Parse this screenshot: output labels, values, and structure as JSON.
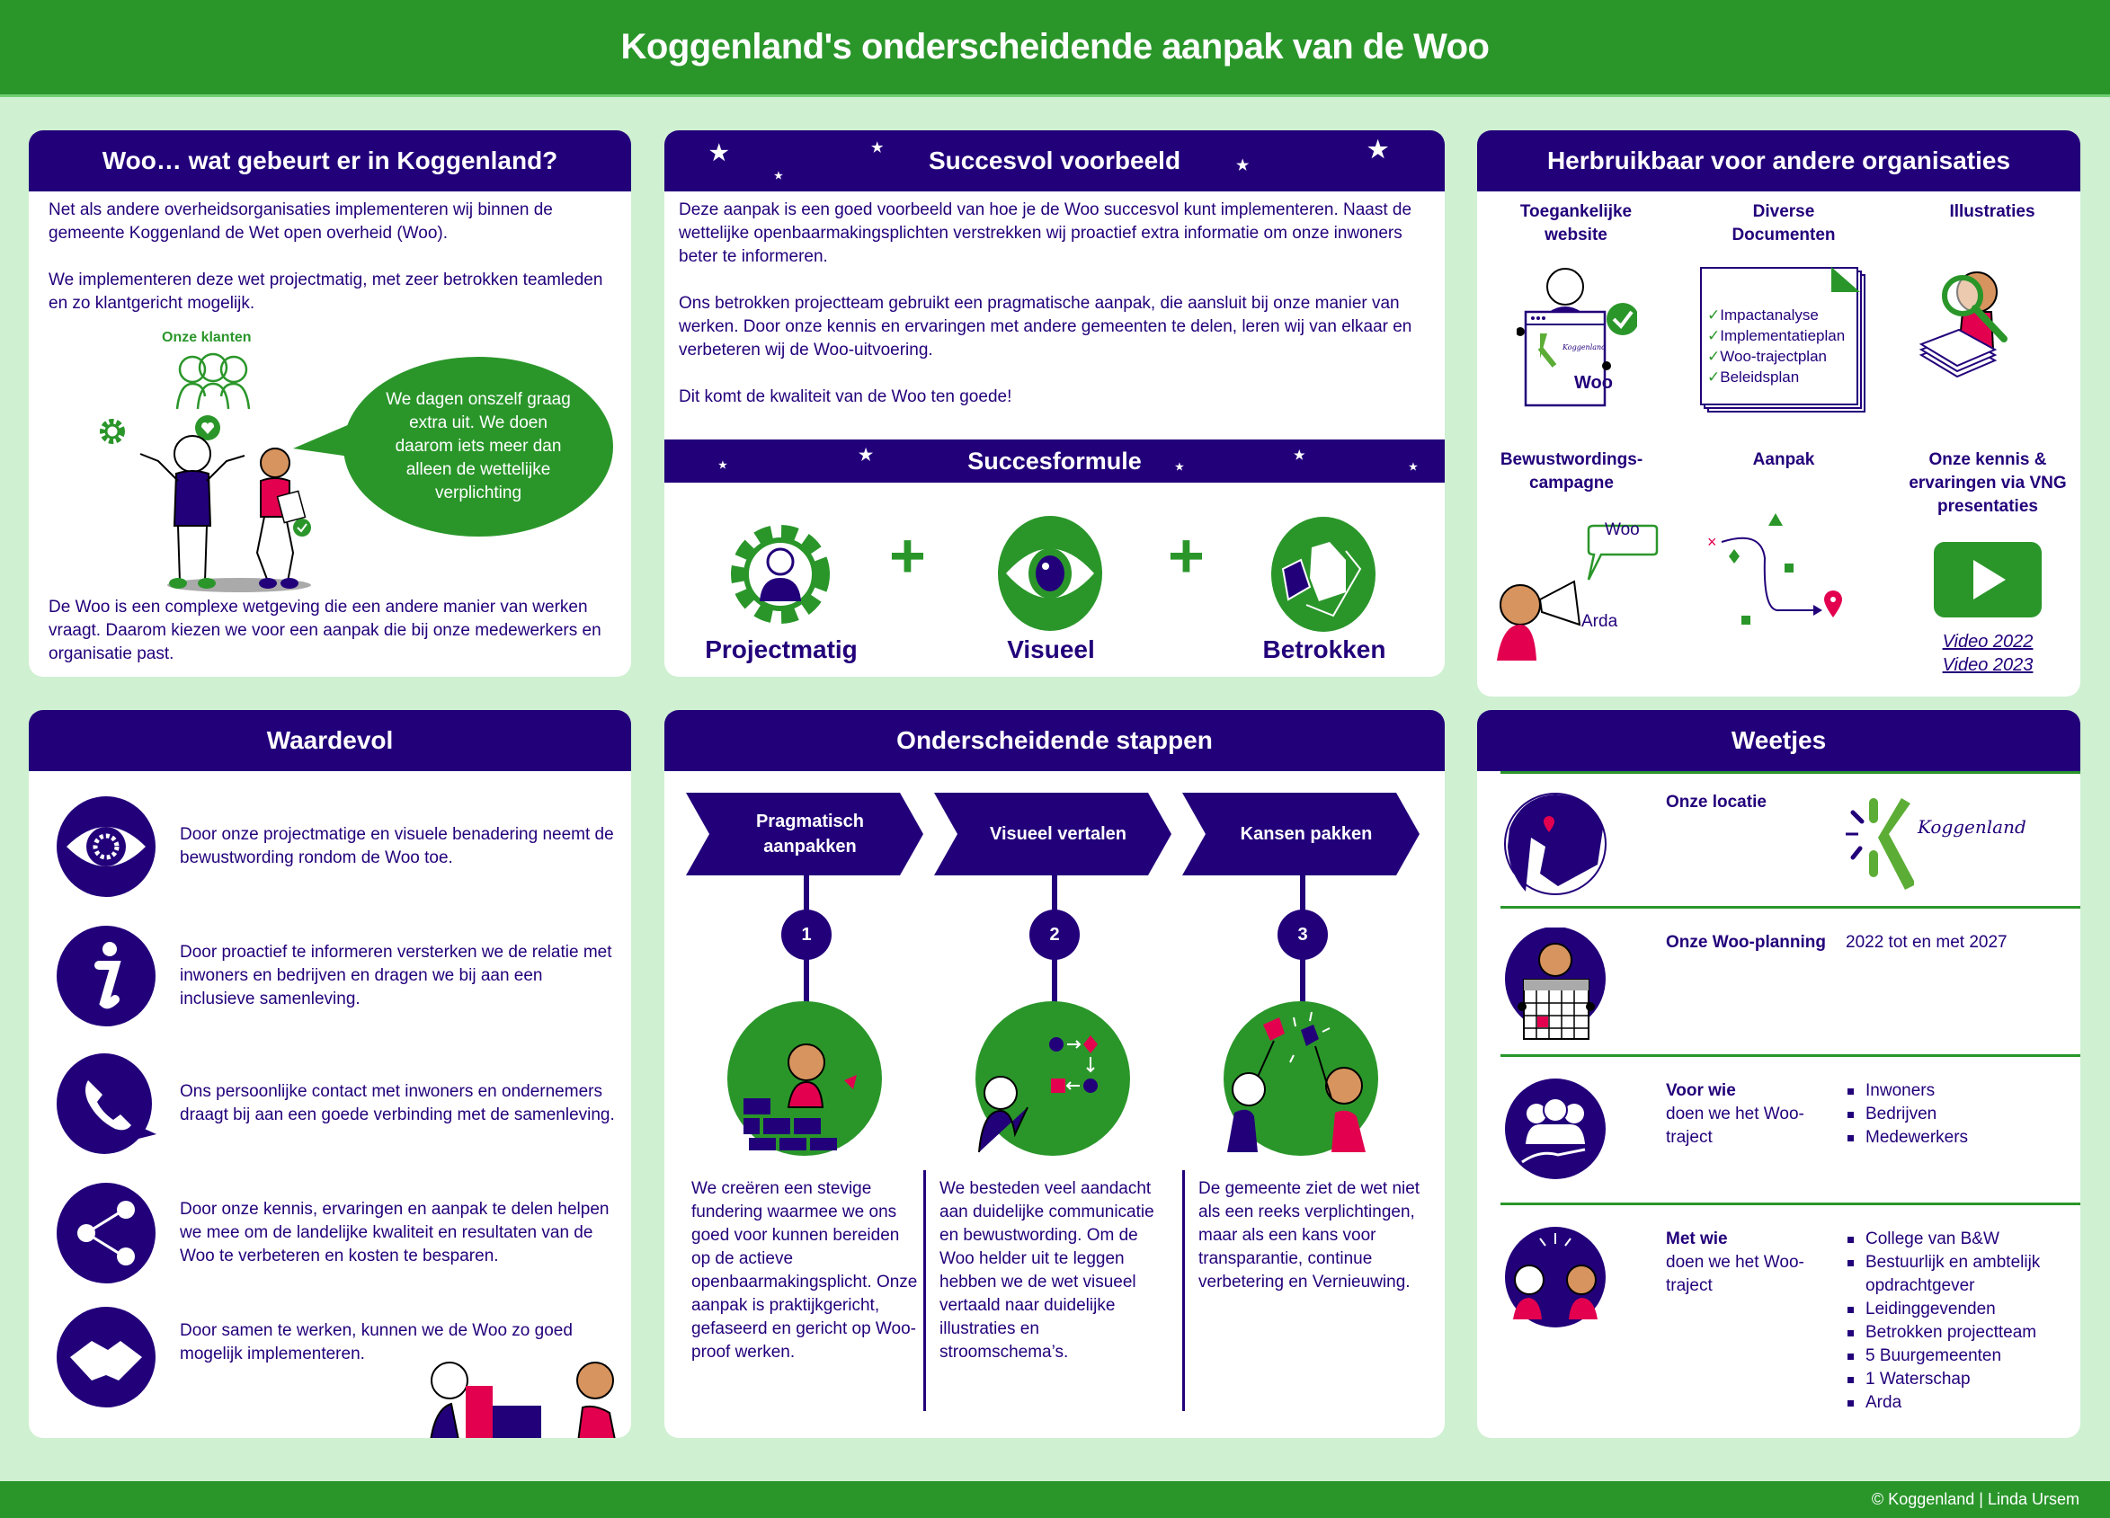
{
  "header": {
    "title": "Koggenland's onderscheidende aanpak van de Woo"
  },
  "footer": {
    "credit": "© Koggenland | Linda Ursem"
  },
  "colors": {
    "brand_green": "#2a962a",
    "brand_purple": "#22007a",
    "accent_pink": "#e2004f",
    "background": "#cff0d1",
    "skin": "#d8945e"
  },
  "woo_koggenland": {
    "title": "Woo… wat gebeurt er in Koggenland?",
    "paragraph_1": "Net als andere overheidsorganisaties implementeren wij binnen de gemeente Koggenland de Wet open overheid (Woo).",
    "paragraph_2": "We implementeren deze wet projectmatig, met zeer betrokken teamleden en zo klantgericht mogelijk.",
    "customers_label": "Onze klanten",
    "speech_bubble": "We dagen onszelf graag extra uit. We doen daarom iets meer dan alleen de wettelijke verplichting",
    "paragraph_3": "De Woo is een complexe wetgeving die een andere manier van werken vraagt. Daarom kiezen we voor een aanpak die bij onze medewerkers en organisatie past."
  },
  "succesvol_voorbeeld": {
    "title": "Succesvol voorbeeld",
    "paragraph_1": "Deze aanpak is een goed voorbeeld van hoe je de Woo succesvol kunt implementeren. Naast de wettelijke openbaarmakingsplichten verstrekken wij proactief extra informatie om onze inwoners beter te informeren.",
    "paragraph_2": "Ons betrokken projectteam gebruikt een pragmatische aanpak, die aansluit bij onze manier van werken. Door onze kennis en ervaringen met andere gemeenten te delen, leren wij van elkaar en verbeteren wij de Woo-uitvoering.",
    "paragraph_3": "Dit komt de kwaliteit van de Woo ten goede!"
  },
  "succesformule": {
    "title": "Succesformule",
    "items": [
      {
        "label": "Projectmatig",
        "icon": "gear-person-icon"
      },
      {
        "label": "Visueel",
        "icon": "eye-icon"
      },
      {
        "label": "Betrokken",
        "icon": "hands-icon"
      }
    ],
    "operator": "+"
  },
  "herbruikbaar": {
    "title": "Herbruikbaar voor andere organisaties",
    "items": [
      {
        "title": "Toegankelijke website",
        "icon": "website-icon",
        "badge": "Woo",
        "logo_text": "Koggenland"
      },
      {
        "title": "Diverse Documenten",
        "icon": "documents-icon",
        "checklist": [
          "Impactanalyse",
          "Implementatieplan",
          "Woo-trajectplan",
          "Beleidsplan"
        ]
      },
      {
        "title": "Illustraties",
        "icon": "magnifier-icon"
      },
      {
        "title": "Bewustwordings-campagne",
        "icon": "megaphone-icon",
        "bubble": "Woo",
        "name": "Arda"
      },
      {
        "title": "Aanpak",
        "icon": "route-icon"
      },
      {
        "title": "Onze kennis & ervaringen via VNG presentaties",
        "icon": "play-icon",
        "links": [
          "Video 2022",
          "Video 2023"
        ]
      }
    ]
  },
  "waardevol": {
    "title": "Waardevol",
    "items": [
      {
        "icon": "eye-gear-icon",
        "text": "Door onze projectmatige en visuele benadering neemt de bewustwording rondom de Woo toe."
      },
      {
        "icon": "info-icon",
        "text": "Door proactief te informeren versterken we de relatie met inwoners en bedrijven en dragen we bij aan een inclusieve samenleving."
      },
      {
        "icon": "phone-icon",
        "text": "Ons persoonlijke contact met inwoners en ondernemers draagt bij aan een goede verbinding met de samenleving."
      },
      {
        "icon": "share-icon",
        "text": "Door onze kennis, ervaringen en aanpak te delen helpen we mee om de landelijke kwaliteit en resultaten van de Woo te verbeteren en kosten te besparen."
      },
      {
        "icon": "handshake-icon",
        "text": "Door samen te werken, kunnen we de Woo zo goed mogelijk implementeren."
      }
    ]
  },
  "stappen": {
    "title": "Onderscheidende stappen",
    "steps": [
      {
        "number": "1",
        "label": "Pragmatisch aanpakken",
        "text": "We creëren een stevige fundering waarmee we ons goed voor kunnen bereiden op de actieve openbaarmakingsplicht. Onze aanpak is praktijkgericht, gefaseerd en gericht op Woo-proof werken."
      },
      {
        "number": "2",
        "label": "Visueel vertalen",
        "text": "We besteden veel aandacht aan duidelijke communicatie en bewustwording. Om de Woo helder uit te leggen hebben we de wet visueel vertaald naar duidelijke illustraties en stroomschema’s."
      },
      {
        "number": "3",
        "label": "Kansen pakken",
        "text": "De gemeente ziet de wet niet als een reeks verplichtingen, maar als een kans voor transparantie, continue verbetering en Vernieuwing."
      }
    ]
  },
  "weetjes": {
    "title": "Weetjes",
    "location": {
      "label": "Onze locatie",
      "logo_text": "Koggenland"
    },
    "planning": {
      "label": "Onze Woo-planning",
      "value": "2022 tot en met 2027"
    },
    "voor_wie": {
      "label_bold": "Voor wie",
      "label_rest": "doen we het Woo-traject",
      "items": [
        "Inwoners",
        "Bedrijven",
        "Medewerkers"
      ]
    },
    "met_wie": {
      "label_bold": "Met wie",
      "label_rest": "doen we het Woo-traject",
      "items": [
        "College van B&W",
        "Bestuurlijk en ambtelijk opdrachtgever",
        "Leidinggevenden",
        "Betrokken projectteam",
        "5 Buurgemeenten",
        "1 Waterschap",
        "Arda"
      ]
    }
  }
}
